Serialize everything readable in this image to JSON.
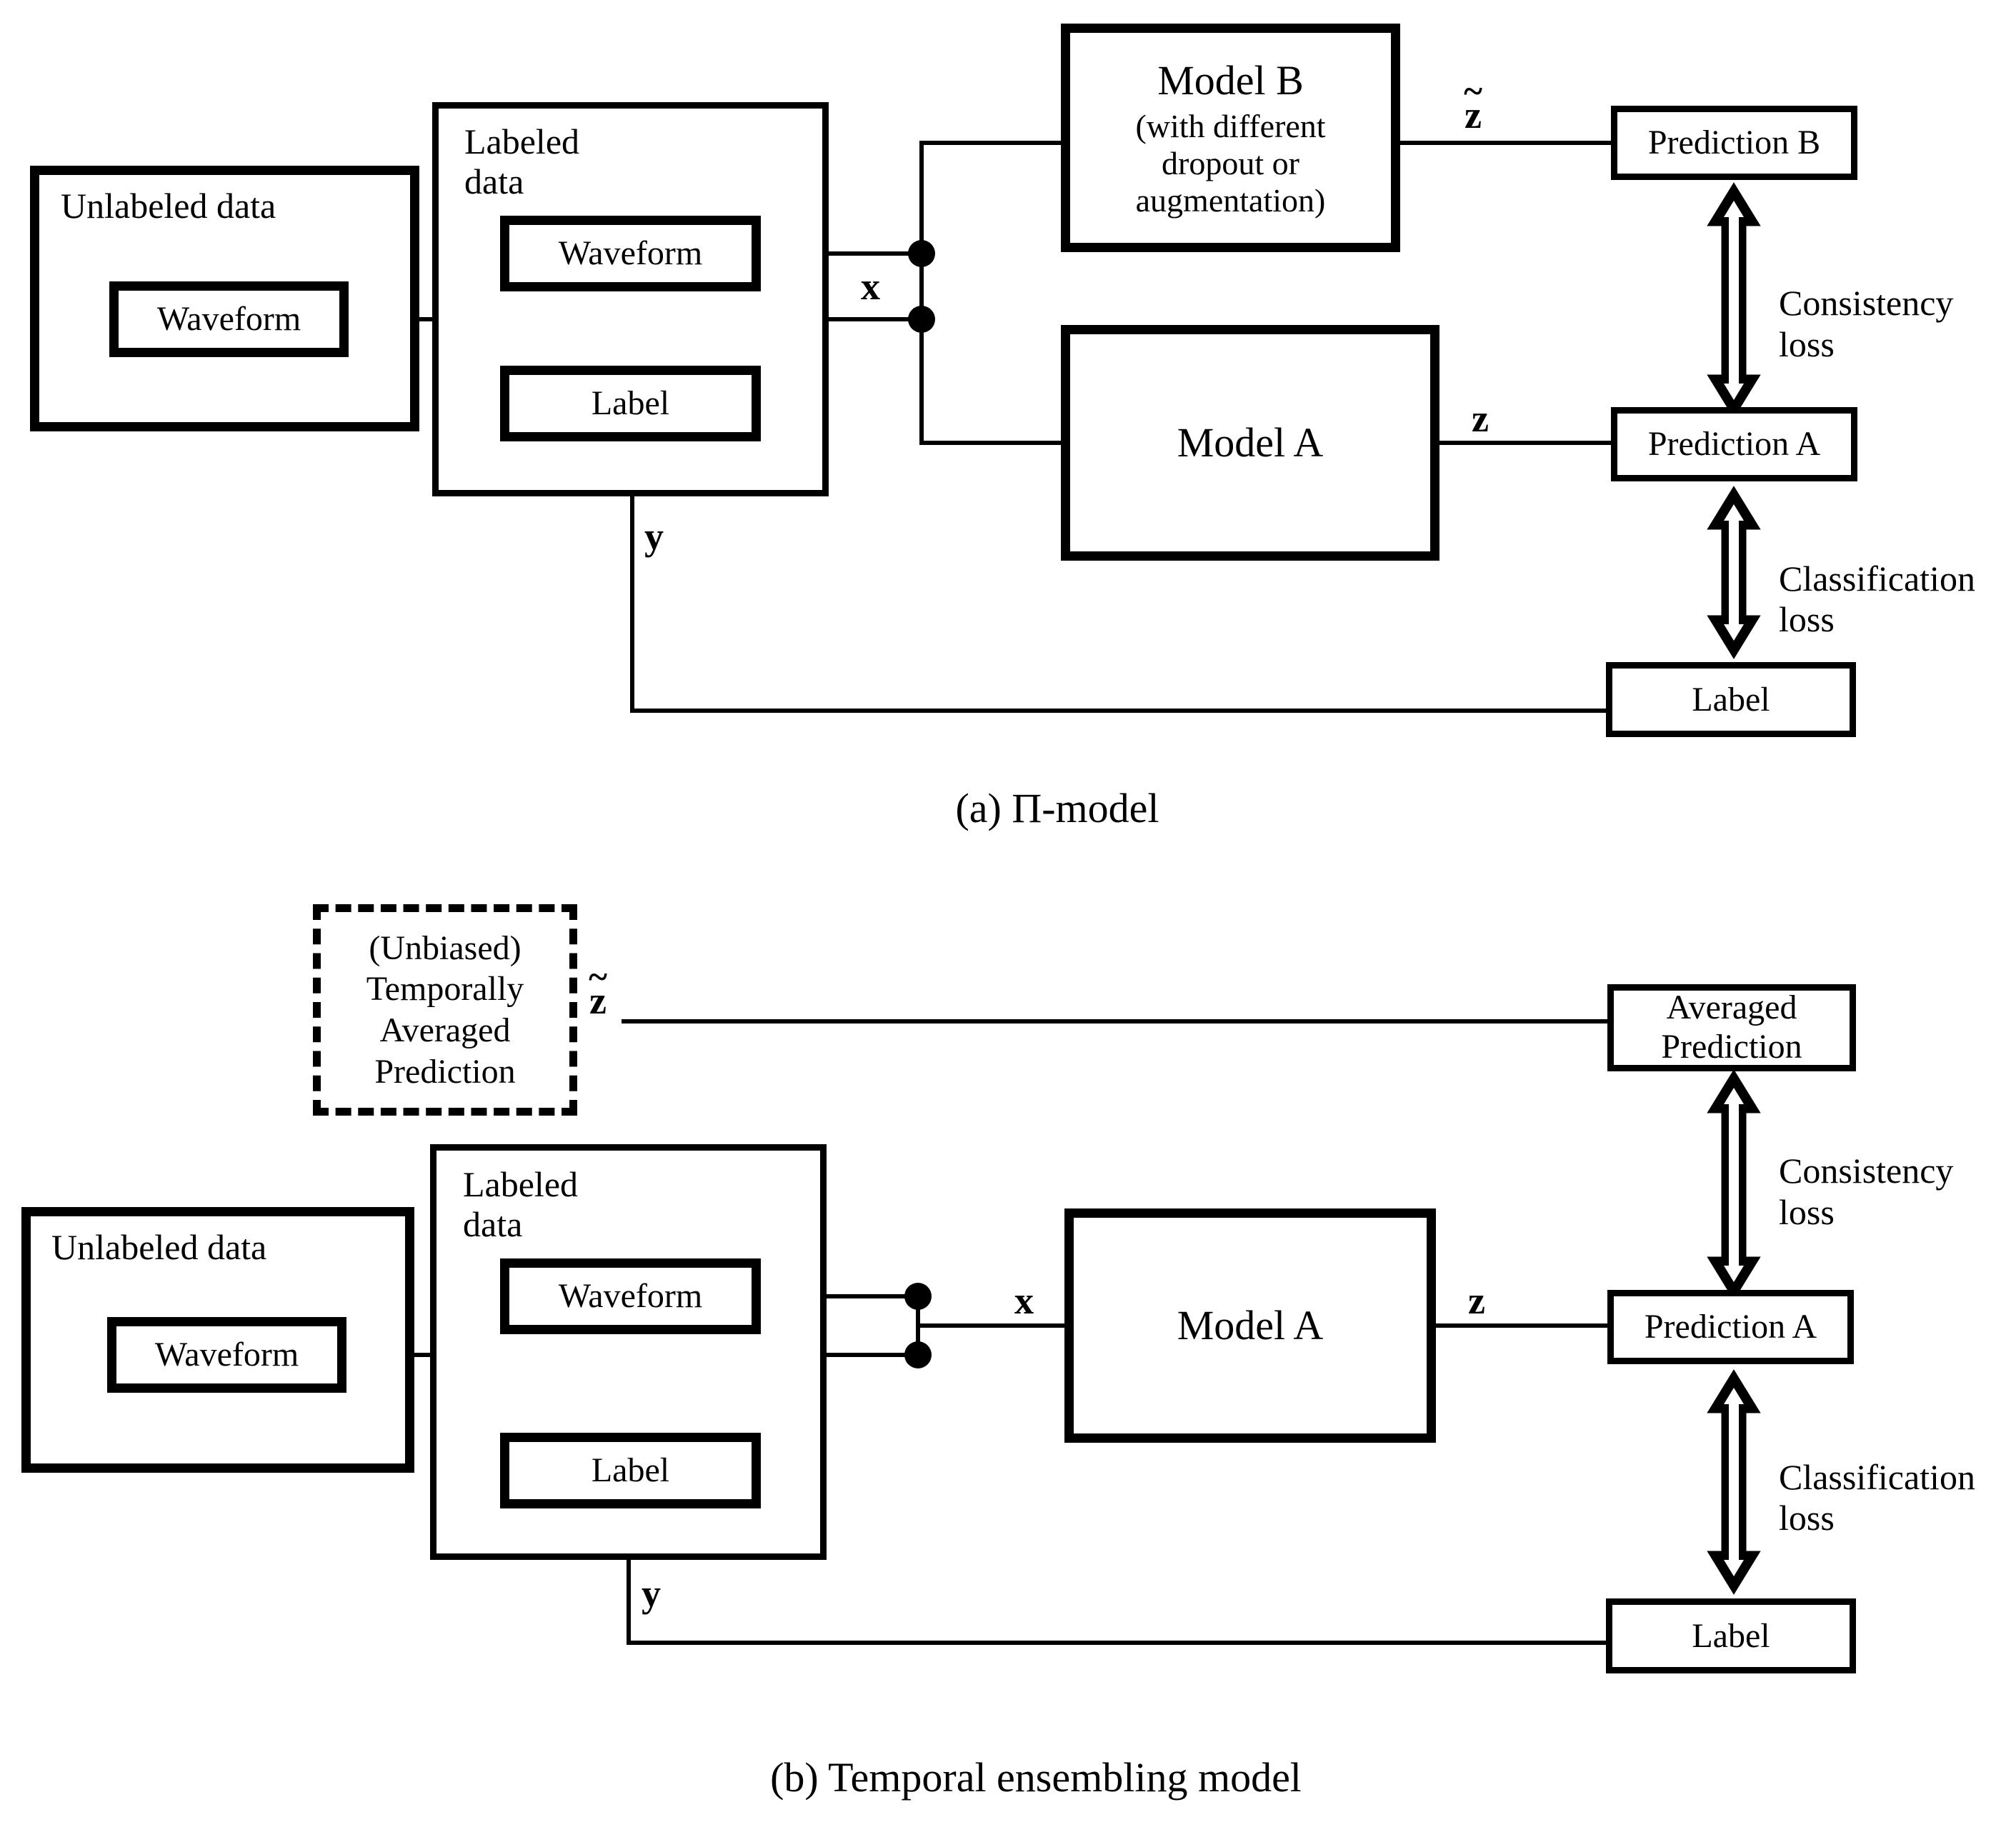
{
  "figure": {
    "title_a": "(a) Π-model",
    "title_b": "(b) Temporal ensembling model"
  },
  "panel_a": {
    "unlabeled_data": {
      "title": "Unlabeled data",
      "waveform": "Waveform"
    },
    "labeled_data": {
      "title": "Labeled\ndata",
      "waveform": "Waveform",
      "label": "Label"
    },
    "signals": {
      "x": "x",
      "y": "y",
      "z": "z",
      "z_tilde": "z"
    },
    "model_b": {
      "name": "Model B",
      "detail": "(with different\ndropout or\naugmentation)"
    },
    "model_a": {
      "name": "Model A"
    },
    "prediction_b": "Prediction B",
    "prediction_a": "Prediction A",
    "label_box": "Label",
    "consistency_loss": "Consistency loss",
    "classification_loss": "Classification\nloss"
  },
  "panel_b": {
    "temporal_box": "(Unbiased)\nTemporally\nAveraged\nPrediction",
    "unlabeled_data": {
      "title": "Unlabeled data",
      "waveform": "Waveform"
    },
    "labeled_data": {
      "title": "Labeled\ndata",
      "waveform": "Waveform",
      "label": "Label"
    },
    "signals": {
      "x": "x",
      "y": "y",
      "z": "z",
      "z_tilde": "z"
    },
    "model_a": {
      "name": "Model A"
    },
    "averaged_prediction": "Averaged\nPrediction",
    "prediction_a": "Prediction A",
    "label_box": "Label",
    "consistency_loss": "Consistency loss",
    "classification_loss": "Classification\nloss"
  },
  "colors": {
    "ink": "#000000",
    "paper": "#ffffff"
  }
}
